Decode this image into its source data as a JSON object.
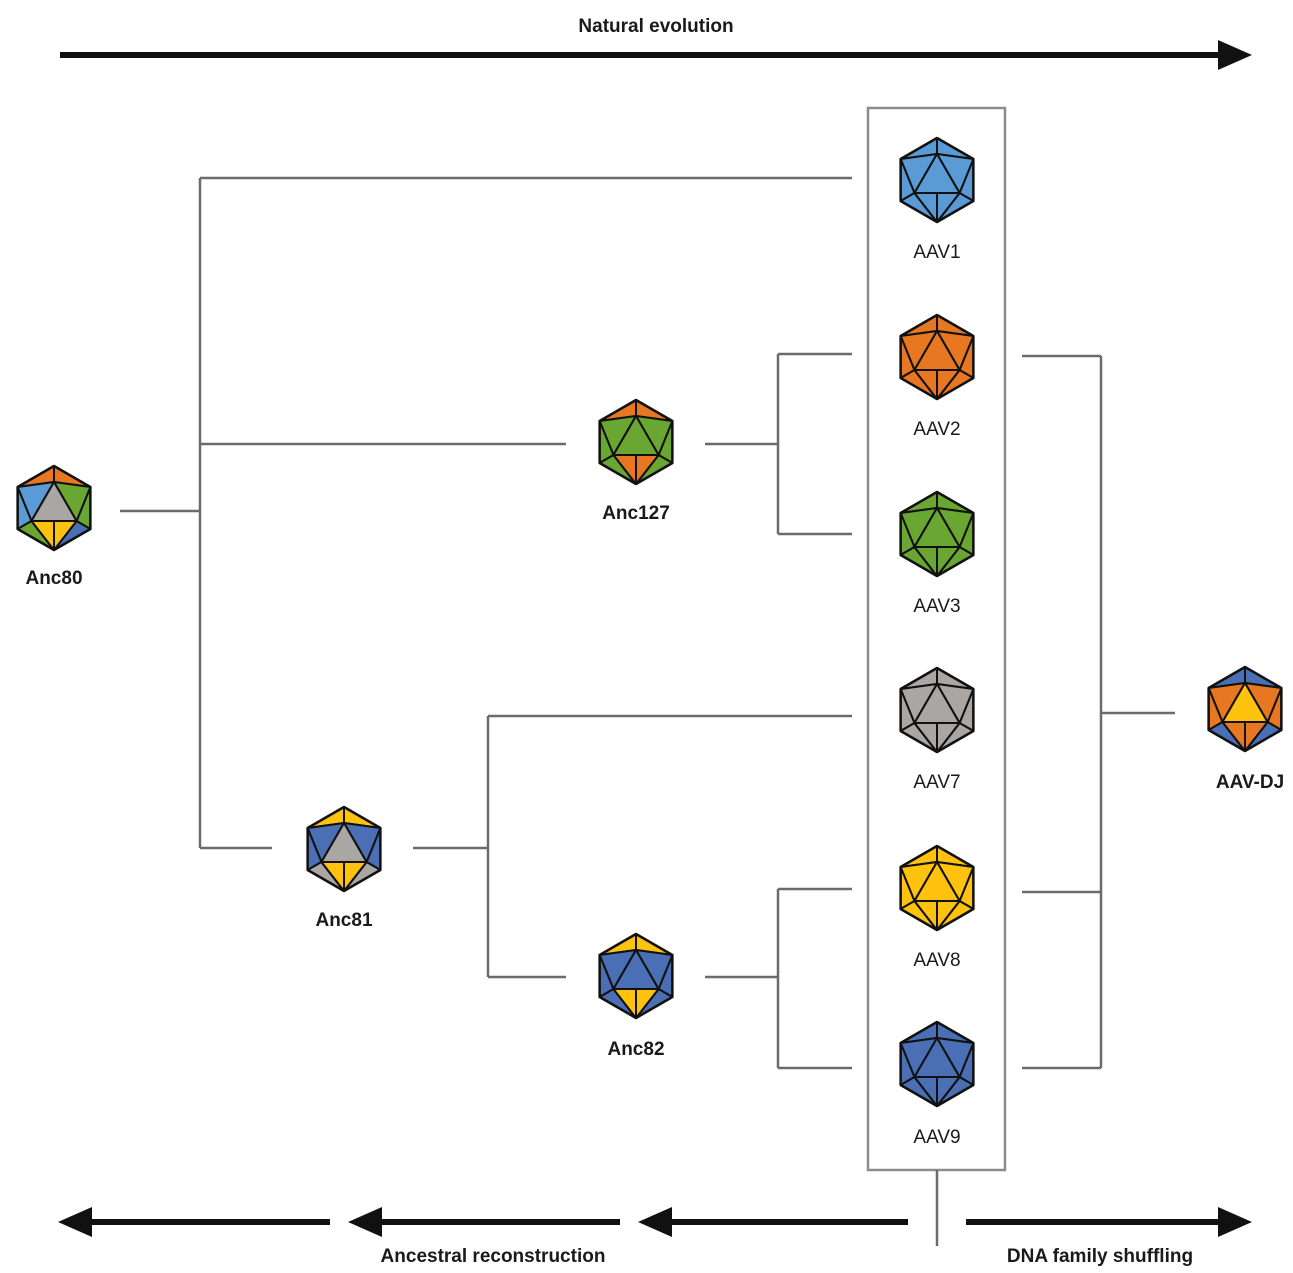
{
  "top_arrow_label": "Natural evolution",
  "bottom_left_label": "Ancestral reconstruction",
  "bottom_right_label": "DNA family shuffling",
  "colors": {
    "blue_light": "#5b9bd5",
    "orange": "#e87722",
    "green": "#6aa632",
    "gray": "#a9a6a4",
    "yellow": "#ffc20e",
    "blue_dark": "#4a6fb5"
  },
  "nodes": {
    "anc80": {
      "label": "Anc80",
      "top": "orange",
      "center": "gray",
      "left": "yellow",
      "right": "yellow",
      "upper_left": "blue_light",
      "upper_right": "green",
      "lower_left": "green",
      "lower_right": "blue_dark",
      "bottom": "blue_dark"
    },
    "anc127": {
      "label": "Anc127",
      "top": "orange",
      "center": "green",
      "left": "orange",
      "right": "orange",
      "upper_left": "green",
      "upper_right": "green",
      "lower_left": "green",
      "lower_right": "green",
      "bottom": "green"
    },
    "anc81": {
      "label": "Anc81",
      "top": "yellow",
      "center": "gray",
      "left": "yellow",
      "right": "yellow",
      "upper_left": "blue_dark",
      "upper_right": "blue_dark",
      "lower_left": "gray",
      "lower_right": "gray",
      "bottom": "blue_dark"
    },
    "anc82": {
      "label": "Anc82",
      "top": "yellow",
      "center": "blue_dark",
      "left": "yellow",
      "right": "yellow",
      "upper_left": "blue_dark",
      "upper_right": "blue_dark",
      "lower_left": "blue_dark",
      "lower_right": "blue_dark",
      "bottom": "blue_dark"
    },
    "aav1": {
      "label": "AAV1",
      "top": "blue_light",
      "center": "blue_light",
      "left": "blue_light",
      "right": "blue_light",
      "upper_left": "blue_light",
      "upper_right": "blue_light",
      "lower_left": "blue_light",
      "lower_right": "blue_light",
      "bottom": "blue_light"
    },
    "aav2": {
      "label": "AAV2",
      "top": "orange",
      "center": "orange",
      "left": "orange",
      "right": "orange",
      "upper_left": "orange",
      "upper_right": "orange",
      "lower_left": "orange",
      "lower_right": "orange",
      "bottom": "orange"
    },
    "aav3": {
      "label": "AAV3",
      "top": "green",
      "center": "green",
      "left": "green",
      "right": "green",
      "upper_left": "green",
      "upper_right": "green",
      "lower_left": "green",
      "lower_right": "green",
      "bottom": "green"
    },
    "aav7": {
      "label": "AAV7",
      "top": "gray",
      "center": "gray",
      "left": "gray",
      "right": "gray",
      "upper_left": "gray",
      "upper_right": "gray",
      "lower_left": "gray",
      "lower_right": "gray",
      "bottom": "gray"
    },
    "aav8": {
      "label": "AAV8",
      "top": "yellow",
      "center": "yellow",
      "left": "yellow",
      "right": "yellow",
      "upper_left": "yellow",
      "upper_right": "yellow",
      "lower_left": "yellow",
      "lower_right": "yellow",
      "bottom": "yellow"
    },
    "aav9": {
      "label": "AAV9",
      "top": "blue_dark",
      "center": "blue_dark",
      "left": "blue_dark",
      "right": "blue_dark",
      "upper_left": "blue_dark",
      "upper_right": "blue_dark",
      "lower_left": "blue_dark",
      "lower_right": "blue_dark",
      "bottom": "blue_dark"
    },
    "aavdj": {
      "label": "AAV-DJ",
      "top": "blue_dark",
      "center": "yellow",
      "left": "orange",
      "right": "orange",
      "upper_left": "orange",
      "upper_right": "orange",
      "lower_left": "blue_dark",
      "lower_right": "blue_dark",
      "bottom": "blue_dark"
    }
  }
}
